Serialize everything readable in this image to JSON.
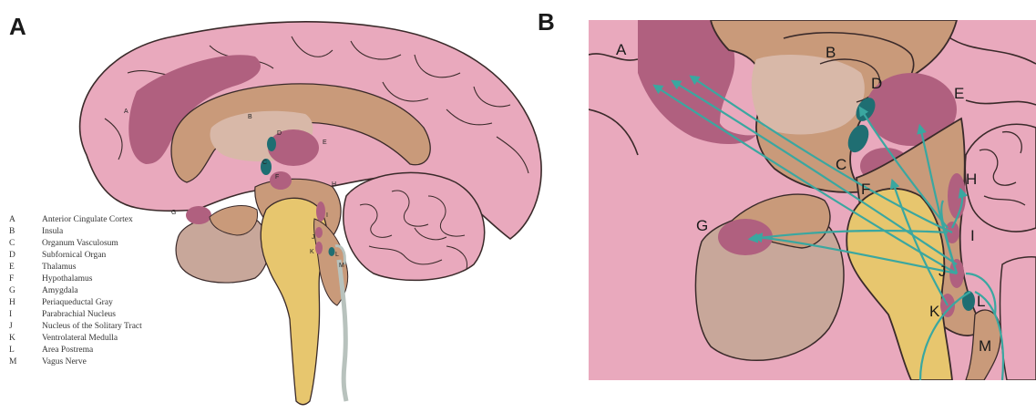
{
  "panels": {
    "a": {
      "label": "A"
    },
    "b": {
      "label": "B"
    }
  },
  "legend": [
    {
      "letter": "A",
      "name": "Anterior Cingulate Cortex"
    },
    {
      "letter": "B",
      "name": "Insula"
    },
    {
      "letter": "C",
      "name": "Organum Vasculosum"
    },
    {
      "letter": "D",
      "name": "Subfornical Organ"
    },
    {
      "letter": "E",
      "name": "Thalamus"
    },
    {
      "letter": "F",
      "name": "Hypothalamus"
    },
    {
      "letter": "G",
      "name": "Amygdala"
    },
    {
      "letter": "H",
      "name": "Periaqueductal Gray"
    },
    {
      "letter": "I",
      "name": "Parabrachial Nucleus"
    },
    {
      "letter": "J",
      "name": "Nucleus of the Solitary Tract"
    },
    {
      "letter": "K",
      "name": "Ventrolateral Medulla"
    },
    {
      "letter": "L",
      "name": "Area Postrema"
    },
    {
      "letter": "M",
      "name": "Vagus Nerve"
    }
  ],
  "colors": {
    "cortex": "#e9a9bd",
    "cortex_outline": "#3a2a2a",
    "region_highlight": "#b0607f",
    "tan": "#c99a7a",
    "light_tan": "#d8b8a8",
    "brainstem_yellow": "#e7c66e",
    "amygdala_base": "#c8a79a",
    "pathway_teal": "#3aa7a0",
    "nucleus_teal": "#1f6e72",
    "vagus_gray": "#b8c2bd"
  }
}
